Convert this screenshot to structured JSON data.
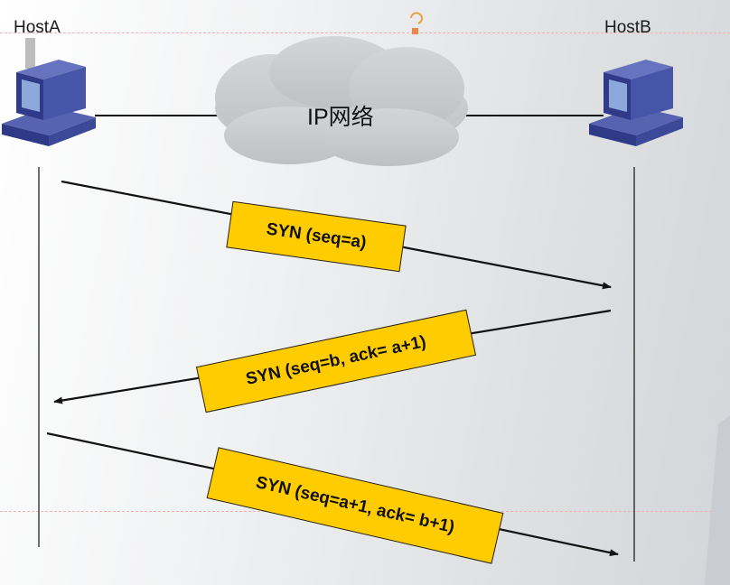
{
  "hosts": {
    "host_a": "HostA",
    "host_b": "HostB"
  },
  "network": {
    "label": "IP网络"
  },
  "messages": [
    {
      "label": "SYN (seq=a)",
      "direction": "HostA→HostB"
    },
    {
      "label": "SYN (seq=b, ack= a+1)",
      "direction": "HostB→HostA"
    },
    {
      "label": "SYN (seq=a+1, ack= b+1)",
      "direction": "HostA→HostB"
    }
  ],
  "colors": {
    "message_box": "#ffcc00",
    "computer": "#3f4fa0",
    "cloud": "#c8c9cb"
  }
}
